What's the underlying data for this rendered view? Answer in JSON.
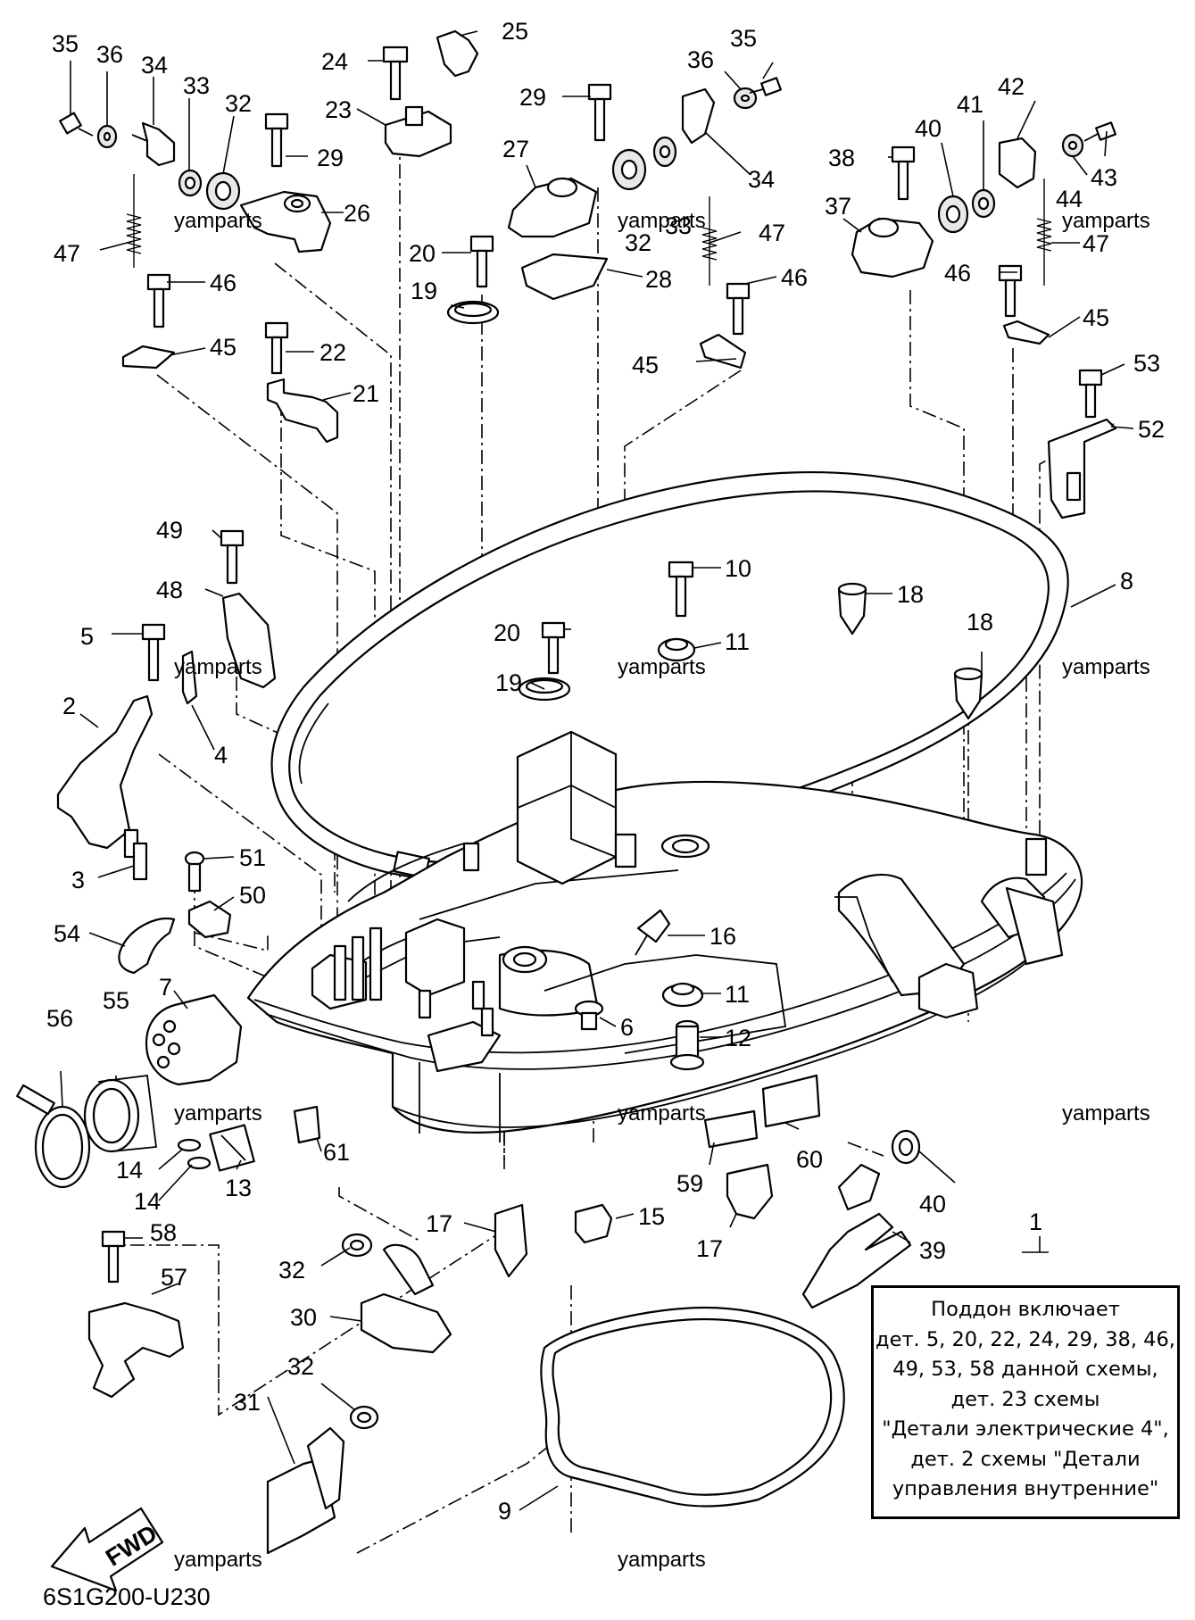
{
  "diagram_code": "6S1G200-U230",
  "watermark": "yamparts",
  "fwd_label": "FWD",
  "note_lines": [
    "Поддон включает",
    "дет. 5, 20, 22, 24, 29, 38, 46,",
    "49, 53, 58 данной схемы,",
    "дет. 23 схемы",
    "\"Детали электрические 4\",",
    "дет. 2 схемы \"Детали",
    "управления внутренние\""
  ],
  "callouts": [
    "35",
    "36",
    "34",
    "33",
    "32",
    "29",
    "24",
    "25",
    "23",
    "26",
    "47",
    "46",
    "45",
    "22",
    "21",
    "29",
    "27",
    "35",
    "36",
    "34",
    "32",
    "33",
    "28",
    "20",
    "19",
    "47",
    "46",
    "45",
    "42",
    "41",
    "40",
    "38",
    "43",
    "44",
    "37",
    "47",
    "46",
    "45",
    "53",
    "52",
    "49",
    "48",
    "5",
    "4",
    "2",
    "3",
    "51",
    "50",
    "54",
    "10",
    "11",
    "20",
    "19",
    "18",
    "18",
    "8",
    "16",
    "11",
    "6",
    "12",
    "7",
    "55",
    "56",
    "13",
    "14",
    "14",
    "61",
    "59",
    "60",
    "40",
    "1",
    "17",
    "15",
    "17",
    "39",
    "58",
    "57",
    "32",
    "30",
    "32",
    "31",
    "9"
  ]
}
